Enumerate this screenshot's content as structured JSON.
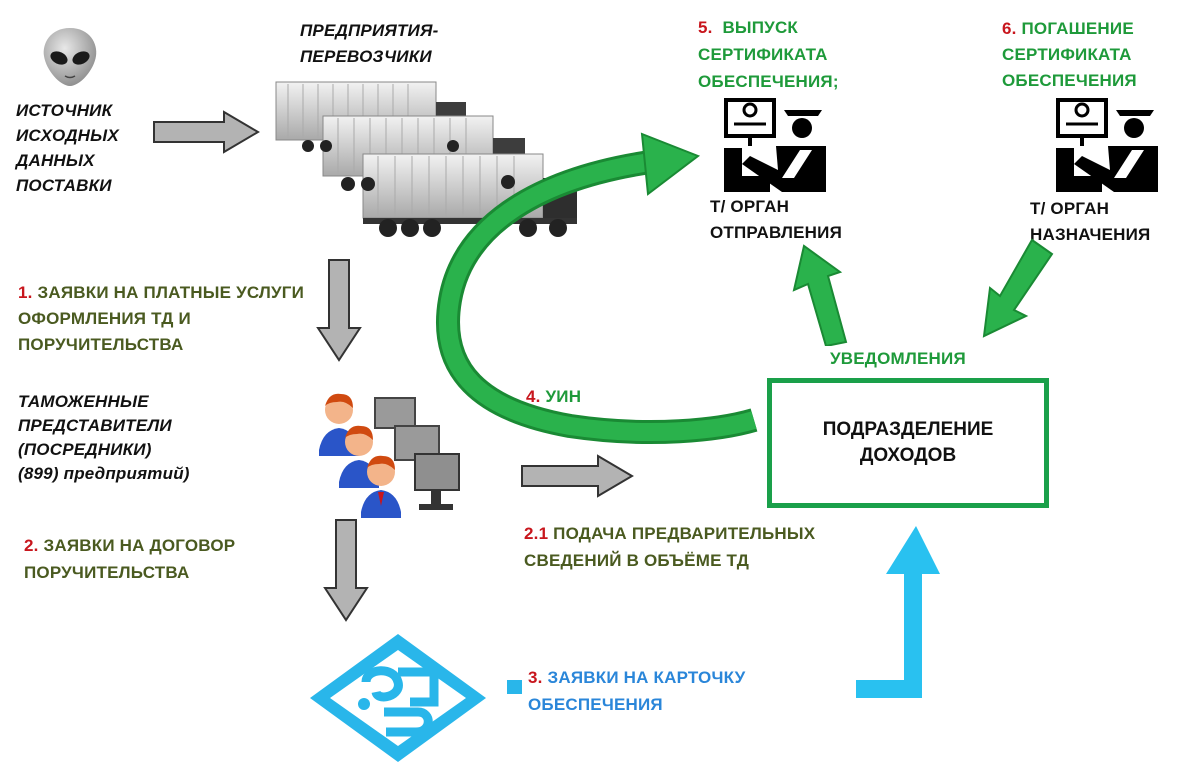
{
  "source": {
    "label": "ИСТОЧНИК ИСХОДНЫХ ДАННЫХ ПОСТАВКИ"
  },
  "carriers": {
    "label": "ПРЕДПРИЯТИЯ-ПЕРЕВОЗЧИКИ"
  },
  "step1": {
    "num": "1.",
    "text": "ЗАЯВКИ НА ПЛАТНЫЕ УСЛУГИ ОФОРМЛЕНИЯ ТД И ПОРУЧИТЕЛЬСТВА"
  },
  "representatives": {
    "label": "ТАМОЖЕННЫЕ ПРЕДСТАВИТЕЛИ (ПОСРЕДНИКИ)",
    "count": "(899) предприятий)"
  },
  "step2": {
    "num": "2.",
    "text": "ЗАЯВКИ НА ДОГОВОР ПОРУЧИТЕЛЬСТВА"
  },
  "step21": {
    "num": "2.1",
    "text": "ПОДАЧА ПРЕДВАРИТЕЛЬНЫХ СВЕДЕНИЙ В ОБЪЁМЕ ТД"
  },
  "step3": {
    "num": "3.",
    "text": "ЗАЯВКИ НА КАРТОЧКУ ОБЕСПЕЧЕНИЯ"
  },
  "step4": {
    "num": "4.",
    "text": "УИН"
  },
  "step5": {
    "num": "5.",
    "text": "ВЫПУСК СЕРТИФИКАТА ОБЕСПЕЧЕНИЯ;"
  },
  "step6": {
    "num": "6.",
    "text": "ПОГАШЕНИЕ СЕРТИФИКАТА ОБЕСПЕЧЕНИЯ"
  },
  "origin_office": {
    "label": "Т/ ОРГАН ОТПРАВЛЕНИЯ"
  },
  "destination_office": {
    "label": "Т/ ОРГАН НАЗНАЧЕНИЯ"
  },
  "notifications": {
    "label": "УВЕДОМЛЕНИЯ"
  },
  "income_unit": {
    "label": "ПОДРАЗДЕЛЕНИЕ ДОХОДОВ"
  },
  "colors": {
    "green": "#1e9a3a",
    "olive": "#4a5a20",
    "red": "#c8161d",
    "blue": "#2a86d9",
    "cyan": "#29b6ea",
    "gray_arrow": "#b3b3b3"
  },
  "icons": [
    "alien-icon",
    "trucks-icon",
    "people-computer-icon",
    "customs-officer-icon",
    "logo-icon"
  ]
}
